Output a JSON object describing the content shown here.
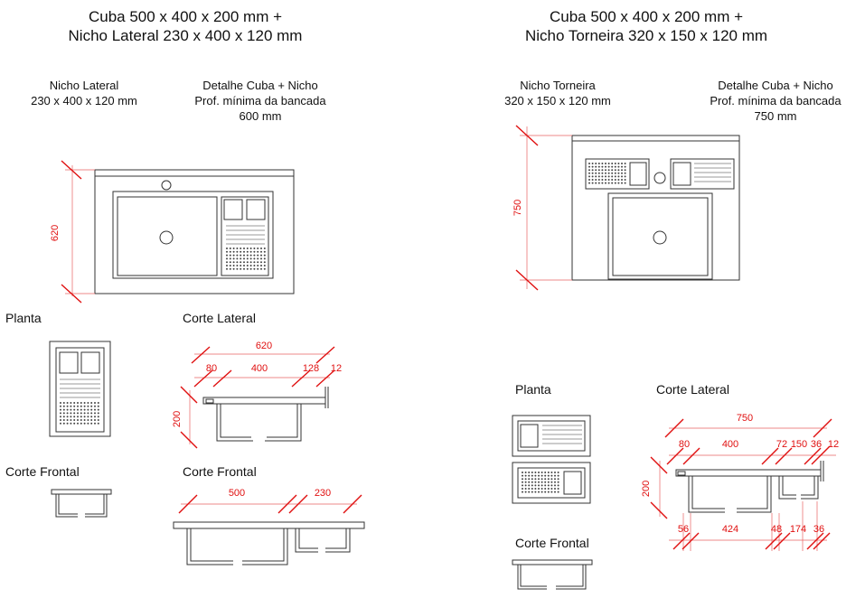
{
  "left": {
    "title_line1": "Cuba 500 x 400 x 200 mm +",
    "title_line2": "Nicho Lateral 230 x 400 x 120 mm",
    "niche_label": "Nicho Lateral",
    "niche_dims": "230 x 400 x 120 mm",
    "detail_label": "Detalhe Cuba + Nicho",
    "detail_depth_label": "Prof. mínima da bancada",
    "detail_depth_value": "600 mm",
    "plan_dim": "620",
    "planta": "Planta",
    "corte_lateral": "Corte Lateral",
    "corte_frontal_small": "Corte Frontal",
    "corte_frontal": "Corte Frontal",
    "lateral_dims": {
      "total": "620",
      "a": "80",
      "b": "400",
      "c": "128",
      "d": "12",
      "height": "200"
    },
    "frontal_dims": {
      "sink": "500",
      "niche": "230"
    }
  },
  "right": {
    "title_line1": "Cuba 500 x 400 x 200 mm +",
    "title_line2": "Nicho Torneira 320 x 150 x 120 mm",
    "niche_label": "Nicho Torneira",
    "niche_dims": "320 x 150 x 120 mm",
    "detail_label": "Detalhe Cuba + Nicho",
    "detail_depth_label": "Prof. mínima da bancada",
    "detail_depth_value": "750 mm",
    "plan_dim": "750",
    "planta": "Planta",
    "corte_lateral": "Corte Lateral",
    "corte_frontal": "Corte Frontal",
    "lateral_dims": {
      "total": "750",
      "a": "80",
      "b": "400",
      "c": "72",
      "d": "150",
      "e": "36",
      "f": "12",
      "height": "200"
    },
    "bottom_dims": {
      "a": "56",
      "b": "424",
      "c": "48",
      "d": "174",
      "e": "36"
    }
  },
  "colors": {
    "dimension": "#e01010",
    "outline": "#333333"
  }
}
